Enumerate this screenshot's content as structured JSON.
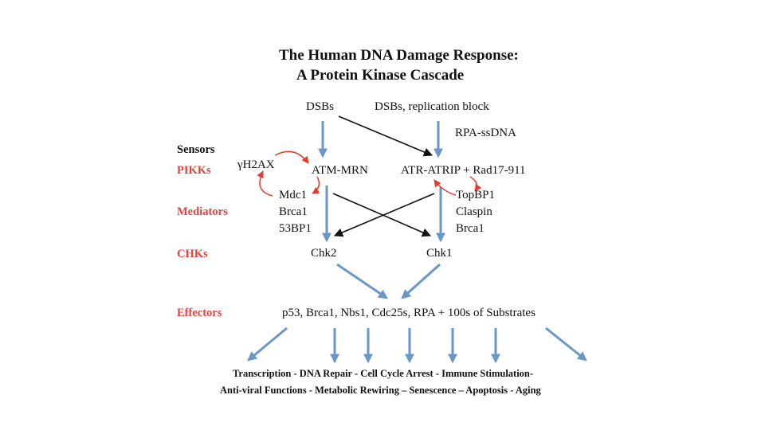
{
  "title": {
    "line1": "The Human DNA Damage Response:",
    "line2": "A Protein Kinase Cascade"
  },
  "categories": {
    "sensors": "Sensors",
    "pikks": "PIKKs",
    "mediators": "Mediators",
    "chks": "CHKs",
    "effectors": "Effectors"
  },
  "nodes": {
    "dsbs": "DSBs",
    "dsbs_replication_block": "DSBs, replication block",
    "rpa_ssdna": "RPA-ssDNA",
    "gamma_h2ax": "γH2AX",
    "atm_mrn": "ATM-MRN",
    "atr_atrip": "ATR-ATRIP + Rad17-911",
    "mdc1": "Mdc1",
    "brca1_left": "Brca1",
    "bp53": "53BP1",
    "topbp1": "TopBP1",
    "claspin": "Claspin",
    "brca1_right": "Brca1",
    "chk2": "Chk2",
    "chk1": "Chk1",
    "effectors": "p53, Brca1, Nbs1, Cdc25s, RPA + 100s of Substrates"
  },
  "outcomes": {
    "line1": "Transcription - DNA Repair - Cell Cycle Arrest - Immune Stimulation-",
    "line2": "Anti-viral Functions - Metabolic Rewiring – Senescence – Apoptosis - Aging"
  },
  "colors": {
    "category_red": "#e8413c",
    "arrow_blue": "#6b97c8",
    "feedback_red": "#e33b2e",
    "line_black": "#111111"
  }
}
